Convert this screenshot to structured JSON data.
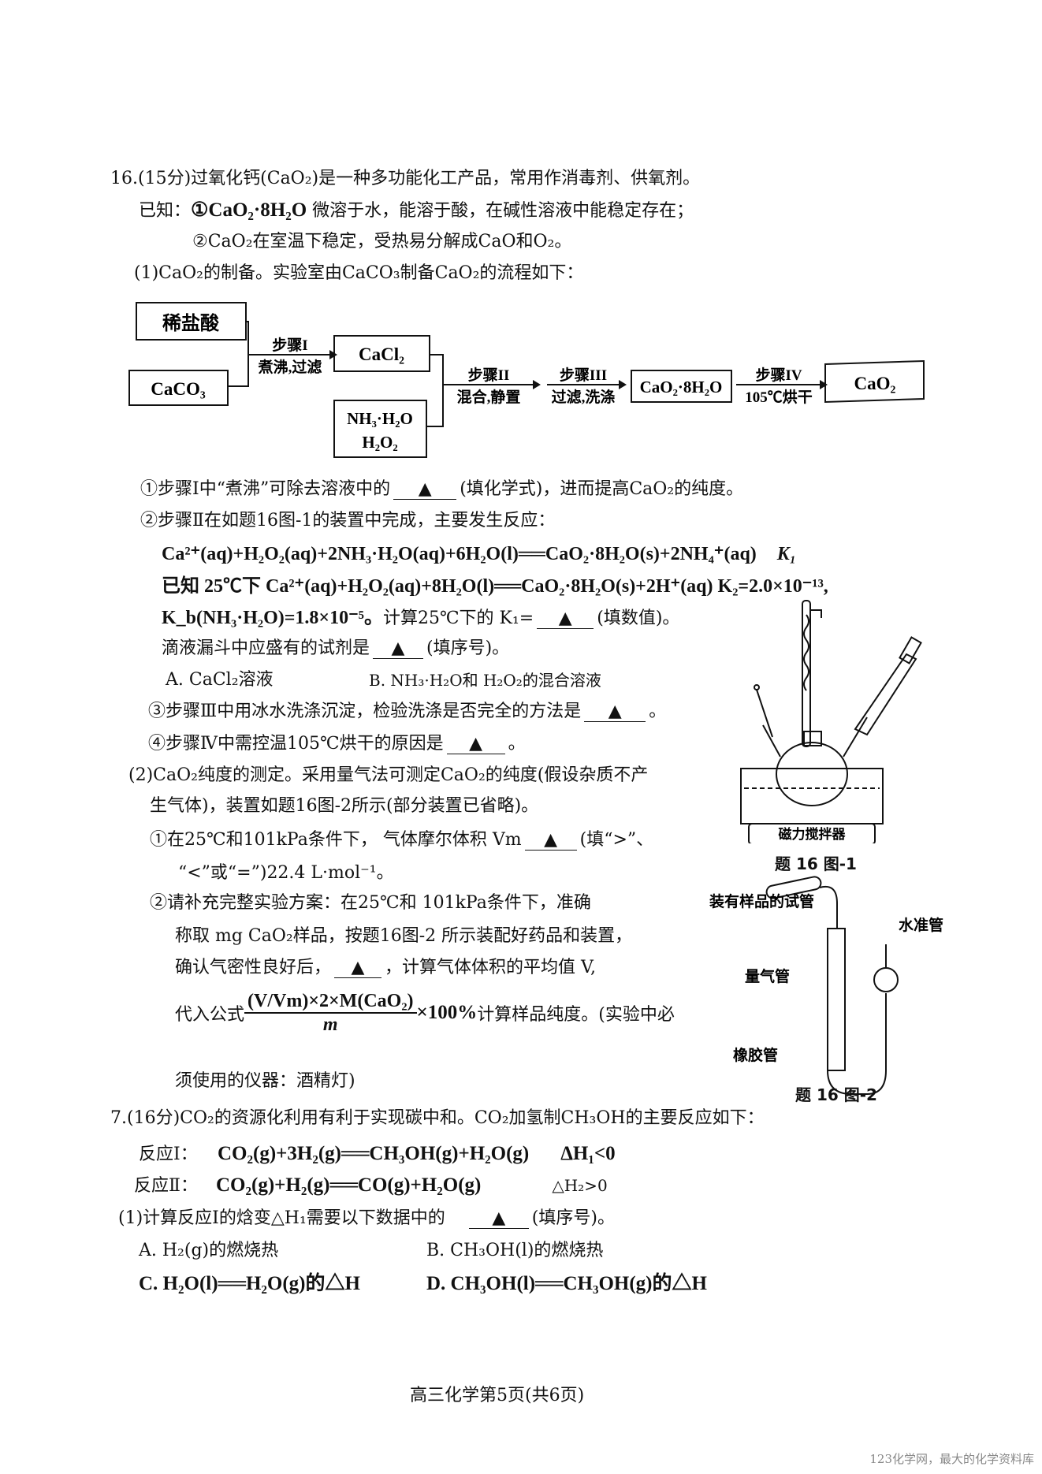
{
  "q16": {
    "title": "16.(15分)过氧化钙(CaO₂)是一种多功能化工产品，常用作消毒剂、供氧剂。",
    "known_label": "已知：",
    "known1_formula": "①CaO₂·8H₂O",
    "known1_text": " 微溶于水，能溶于酸，在碱性溶液中能稳定存在；",
    "known2": "②CaO₂在室温下稳定，受热易分解成CaO和O₂。",
    "part1_intro": "(1)CaO₂的制备。实验室由CaCO₃制备CaO₂的流程如下：",
    "flow": {
      "hcl": "稀盐酸",
      "caco3": "CaCO₃",
      "step1": "步骤I",
      "step1_op": "煮沸,过滤",
      "cacl2": "CaCl₂",
      "nh3": "NH₃·H₂O",
      "h2o2": "H₂O₂",
      "step2": "步骤II",
      "step2_op": "混合,静置",
      "step3": "步骤III",
      "step3_op": "过滤,洗涤",
      "hydrate": "CaO₂·8H₂O",
      "step4": "步骤IV",
      "step4_op": "105℃烘干",
      "product": "CaO₂"
    },
    "s1_a": "①步骤I中“煮沸”可除去溶液中的",
    "s1_b": "(填化学式)，进而提高CaO₂的纯度。",
    "s2": "②步骤Ⅱ在如题16图-1的装置中完成，主要发生反应：",
    "eq1": "Ca²⁺(aq)+H₂O₂(aq)+2NH₃·H₂O(aq)+6H₂O(l)══CaO₂·8H₂O(s)+2NH₄⁺(aq)",
    "eq1_k": "K₁",
    "eq2": "已知 25℃下 Ca²⁺(aq)+H₂O₂(aq)+8H₂O(l)══CaO₂·8H₂O(s)+2H⁺(aq) K₂=2.0×10⁻¹³,",
    "kb": "K_b(NH₃·H₂O)=1.8×10⁻⁵。",
    "kb_tail_a": "计算25℃下的 K₁=",
    "kb_tail_b": "(填数值)。",
    "funnel_a": "滴液漏斗中应盛有的试剂是",
    "funnel_b": "(填序号)。",
    "opt_a": "A. CaCl₂溶液",
    "opt_b": "B. NH₃·H₂O和 H₂O₂的混合溶液",
    "s3_a": "③步骤Ⅲ中用冰水洗涤沉淀，检验洗涤是否完全的方法是",
    "s3_b": "。",
    "s4_a": "④步骤Ⅳ中需控温105℃烘干的原因是",
    "s4_b": "。",
    "part2_a": "(2)CaO₂纯度的测定。采用量气法可测定CaO₂的纯度(假设杂质不产",
    "part2_b": "生气体)，装置如题16图-2所示(部分装置已省略)。",
    "p2s1_a": "①在25℃和101kPa条件下， 气体摩尔体积 Vm",
    "p2s1_b": "(填“>”、",
    "p2s1_c": "“<”或“=”)22.4 L·mol⁻¹。",
    "p2s2_a": "②请补充完整实验方案：在25℃和  101kPa条件下，准确",
    "p2s2_b": "称取 mg CaO₂样品，按题16图-2  所示装配好药品和装置，",
    "p2s2_c1": "确认气密性良好后，",
    "p2s2_c2": "，计算气体体积的平均值 V,",
    "formula_prefix": "代入公式",
    "formula_num": "(V/Vm)×2×M(CaO₂)",
    "formula_den": "m",
    "formula_suffix": "×100%",
    "formula_tail": "计算样品纯度。(实验中必",
    "p2s2_e": "须使用的仪器：酒精灯)",
    "fig1": {
      "stirrer": "磁力搅拌器",
      "label": "题 16 图-1"
    },
    "fig2": {
      "sample_tube": "装有样品的试管",
      "burette": "量气管",
      "level_tube": "水准管",
      "rubber_tube": "橡胶管",
      "label": "题 16 图-2"
    }
  },
  "q17": {
    "title": "7.(16分)CO₂的资源化利用有利于实现碳中和。CO₂加氢制CH₃OH的主要反应如下：",
    "r1_label": "反应I：",
    "r1_eq": "CO₂(g)+3H₂(g)══CH₃OH(g)+H₂O(g)",
    "r1_dh": "ΔH₁<0",
    "r2_label": "反应Ⅱ：",
    "r2_eq": "CO₂(g)+H₂(g)══CO(g)+H₂O(g)",
    "r2_dh": "△H₂>0",
    "p1_a": "(1)计算反应Ⅰ的焓变△H₁需要以下数据中的",
    "p1_b": "(填序号)。",
    "opt_a": "A. H₂(g)的燃烧热",
    "opt_b": "B. CH₃OH(l)的燃烧热",
    "opt_c": "C. H₂O(l)══H₂O(g)的△H",
    "opt_d": "D. CH₃OH(l)══CH₃OH(g)的△H"
  },
  "blank_mark": "▲",
  "footer": "高三化学第5页(共6页)",
  "watermark": "123化学网，最大的化学资料库"
}
